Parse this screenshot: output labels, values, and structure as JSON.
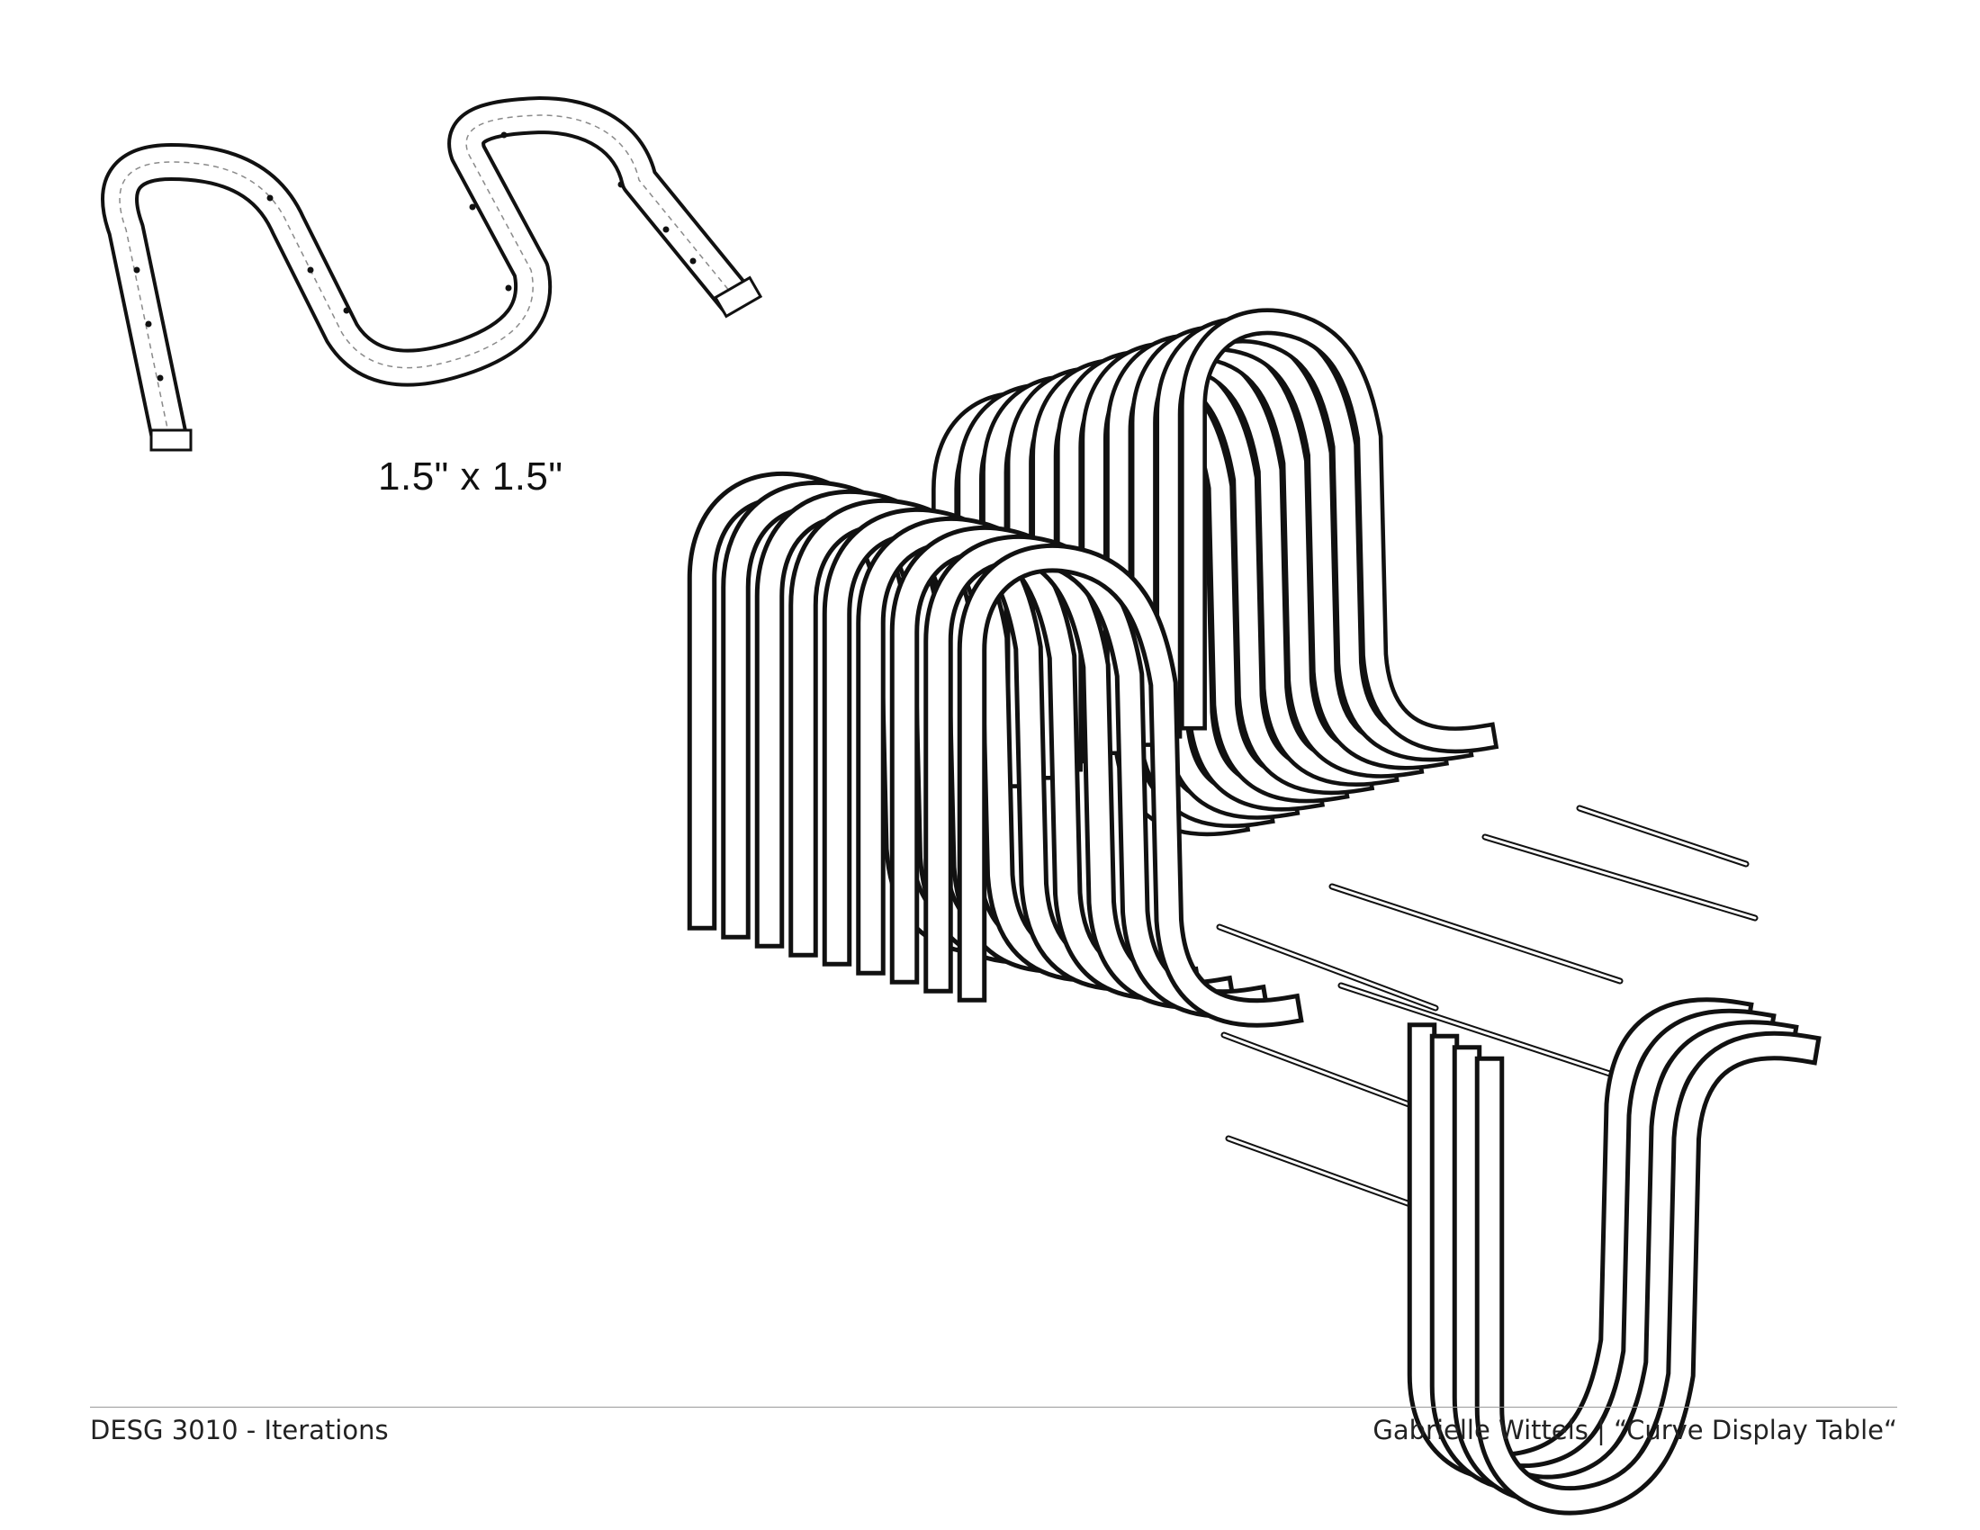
{
  "annotation": {
    "dimension": "1.5\" x 1.5\""
  },
  "footer": {
    "course": "DESG 3010 - Iterations",
    "credit": "Gabrielle Wittels | “Curve Display Table“"
  },
  "colors": {
    "ink": "#111111",
    "fill": "#ffffff",
    "rule": "#9a9a9a",
    "hidden": "#8a8a8a"
  }
}
